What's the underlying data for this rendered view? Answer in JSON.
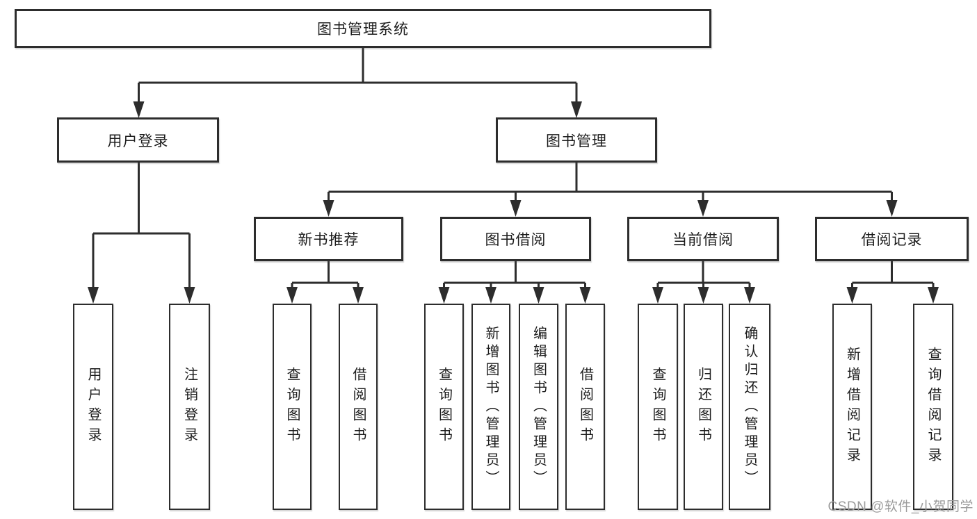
{
  "diagram": {
    "root": {
      "label": "图书管理系统"
    },
    "branches": [
      {
        "label": "用户登录",
        "children": [
          {
            "label": "用户登录"
          },
          {
            "label": "注销登录"
          }
        ]
      },
      {
        "label": "图书管理",
        "children": [
          {
            "label": "新书推荐",
            "children": [
              {
                "label": "查询图书"
              },
              {
                "label": "借阅图书"
              }
            ]
          },
          {
            "label": "图书借阅",
            "children": [
              {
                "label": "查询图书"
              },
              {
                "label": "新增图书（管理员）"
              },
              {
                "label": "编辑图书（管理员）"
              },
              {
                "label": "借阅图书"
              }
            ]
          },
          {
            "label": "当前借阅",
            "children": [
              {
                "label": "查询图书"
              },
              {
                "label": "归还图书"
              },
              {
                "label": "确认归还（管理员）"
              }
            ]
          },
          {
            "label": "借阅记录",
            "children": [
              {
                "label": "新增借阅记录"
              },
              {
                "label": "查询借阅记录"
              }
            ]
          }
        ]
      }
    ]
  },
  "watermark": {
    "text": "CSDN @软件_小贺同学",
    "color": "#9b9b9b"
  },
  "colors": {
    "line": "#2d2d2d",
    "box_border": "#2d2d2d",
    "text": "#1c1c1c",
    "background": "#ffffff"
  }
}
